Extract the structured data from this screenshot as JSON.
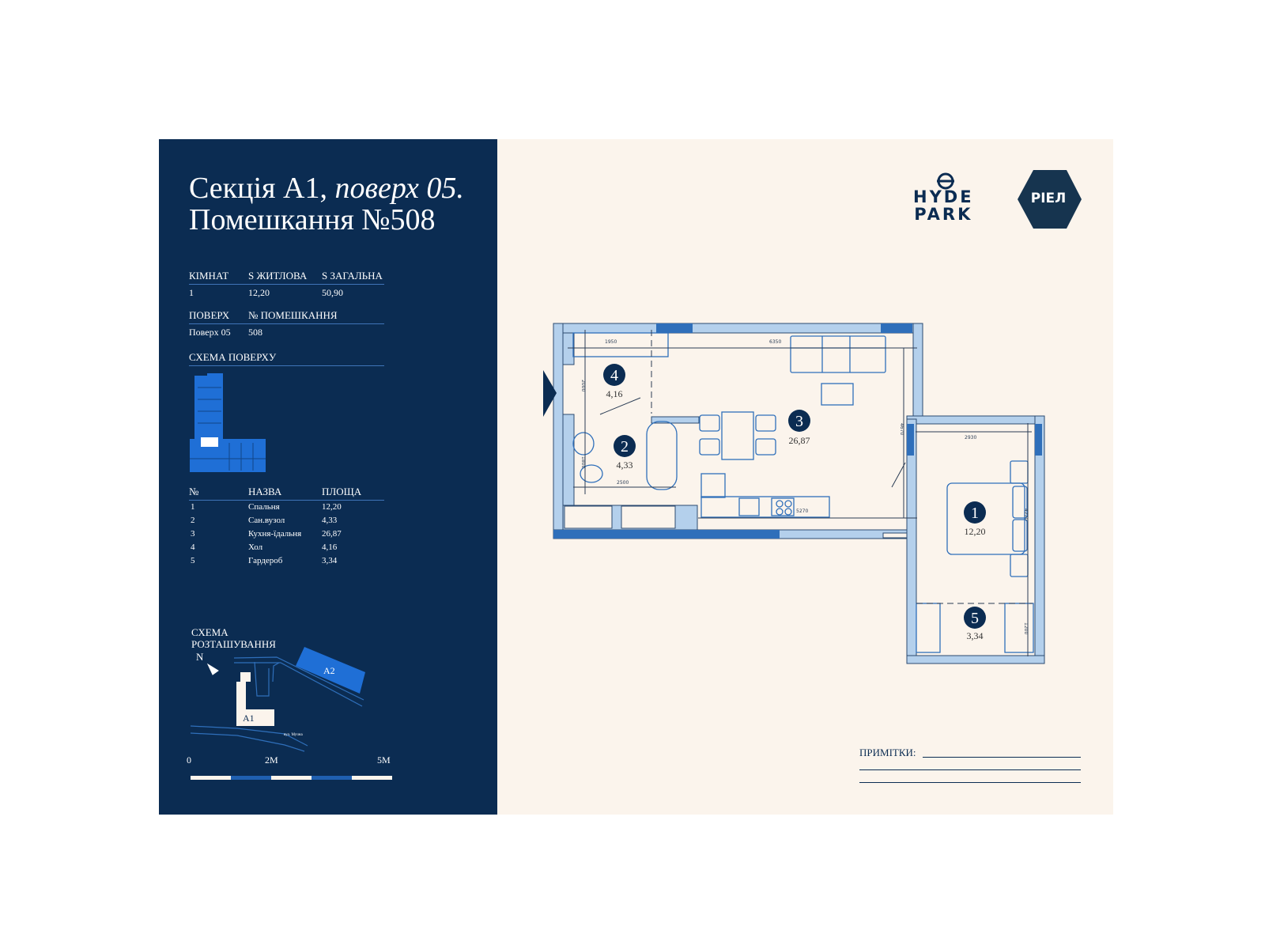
{
  "header": {
    "title_line1_a": "Секція A1, ",
    "title_line1_b": "поверх 05.",
    "title_line2": "Помешкання №508"
  },
  "summary": {
    "headers": [
      "КІМНАТ",
      "S ЖИТЛОВА",
      "S ЗАГАЛЬНА"
    ],
    "values": [
      "1",
      "12,20",
      "50,90"
    ],
    "headers2": [
      "ПОВЕРХ",
      "№ ПОМЕШКАННЯ"
    ],
    "values2": [
      "Поверх 05",
      "508"
    ]
  },
  "floor_scheme_label": "СХЕМА ПОВЕРХУ",
  "rooms_table": {
    "headers": [
      "№",
      "НАЗВА",
      "ПЛОЩА"
    ],
    "rows": [
      {
        "n": "1",
        "name": "Спальня",
        "area": "12,20"
      },
      {
        "n": "2",
        "name": "Сан.вузол",
        "area": "4,33"
      },
      {
        "n": "3",
        "name": "Кухня-їдальня",
        "area": "26,87"
      },
      {
        "n": "4",
        "name": "Хол",
        "area": "4,16"
      },
      {
        "n": "5",
        "name": "Гардероб",
        "area": "3,34"
      }
    ]
  },
  "location": {
    "label_line1": "СХЕМА",
    "label_line2": "РОЗТАШУВАННЯ",
    "north": "N",
    "building_a1": "A1",
    "building_a2": "A2",
    "street": "вул. Мучна"
  },
  "scale": {
    "labels": [
      "0",
      "2M",
      "5M"
    ]
  },
  "logos": {
    "hyde_park_line1": "HYDE",
    "hyde_park_line2": "PARK",
    "riel": "РІЕЛ"
  },
  "plan": {
    "rooms": [
      {
        "n": "1",
        "area": "12,20"
      },
      {
        "n": "2",
        "area": "4,33"
      },
      {
        "n": "3",
        "area": "26,87"
      },
      {
        "n": "4",
        "area": "4,16"
      },
      {
        "n": "5",
        "area": "3,34"
      }
    ],
    "dimensions": [
      "1950",
      "6350",
      "2000",
      "1800",
      "2500",
      "5270",
      "4670",
      "2930",
      "4220",
      "1200"
    ]
  },
  "notes_label": "ПРИМІТКИ:",
  "colors": {
    "navy": "#0b2c52",
    "wall_blue": "#2f6fba",
    "light_blue": "#a9c8e8",
    "paper": "#fbf4ec"
  }
}
